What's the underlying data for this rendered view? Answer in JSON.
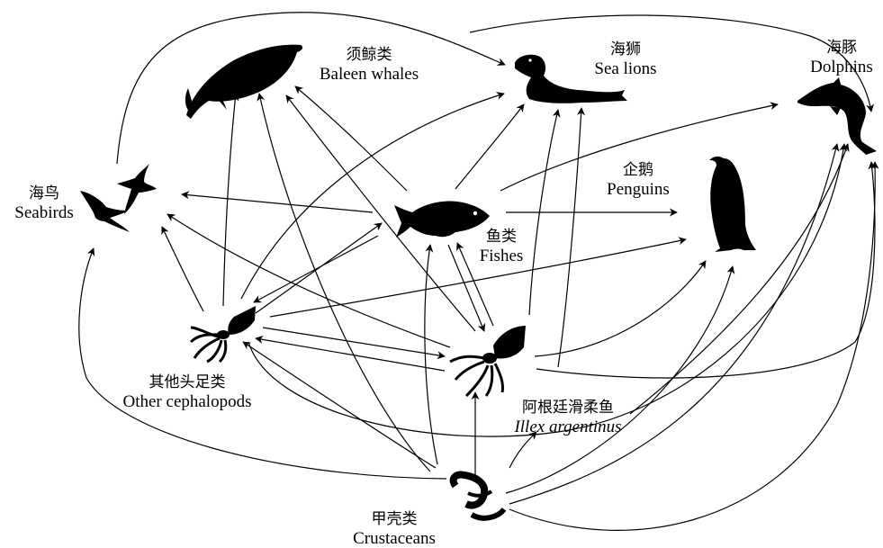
{
  "nodes": {
    "baleen_whales": {
      "zh": "须鲸类",
      "en": "Baleen whales",
      "icon": "whale-icon"
    },
    "sea_lions": {
      "zh": "海狮",
      "en": "Sea lions",
      "icon": "sea-lion-icon"
    },
    "dolphins": {
      "zh": "海豚",
      "en": "Dolphins",
      "icon": "dolphin-icon"
    },
    "seabirds": {
      "zh": "海鸟",
      "en": "Seabirds",
      "icon": "seabird-icon"
    },
    "fishes": {
      "zh": "鱼类",
      "en": "Fishes",
      "icon": "fish-icon"
    },
    "penguins": {
      "zh": "企鹅",
      "en": "Penguins",
      "icon": "penguin-icon"
    },
    "other_cephalopods": {
      "zh": "其他头足类",
      "en": "Other cephalopods",
      "icon": "squid-icon"
    },
    "illex": {
      "zh": "阿根廷滑柔鱼",
      "en": "Illex argentinus",
      "icon": "squid-icon"
    },
    "crustaceans": {
      "zh": "甲壳类",
      "en": "Crustaceans",
      "icon": "shrimp-icon"
    }
  },
  "colors": {
    "ink": "#000000",
    "background": "#ffffff"
  }
}
